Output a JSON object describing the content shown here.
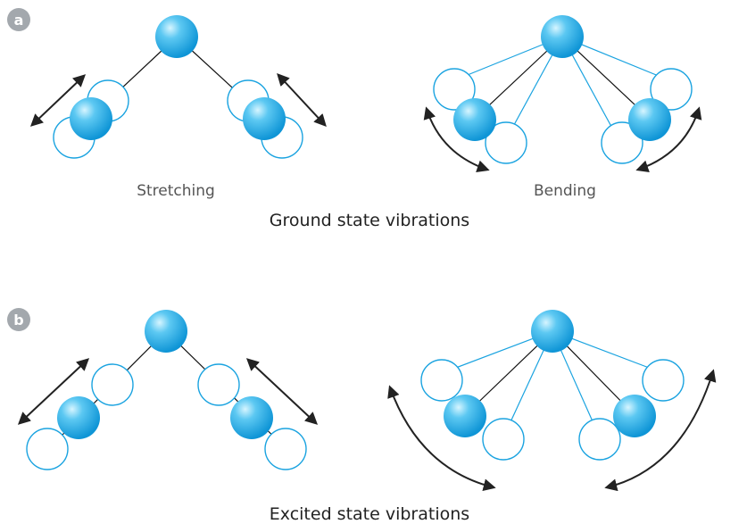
{
  "panels": [
    {
      "badge": "a",
      "stretching_label": "Stretching",
      "bending_label": "Bending",
      "caption": "Ground state vibrations"
    },
    {
      "badge": "b",
      "caption": "Excited state vibrations"
    }
  ],
  "colors": {
    "atom_fill": "#29abe2",
    "atom_highlight": "#c9f0ff",
    "ghost_outline": "#1aa3e0",
    "bond": "#111111",
    "arrow": "#222222",
    "badge_fill": "#a3a8ad"
  },
  "icons": [
    "double-headed-arrow",
    "curved-double-headed-arrow",
    "atom-sphere"
  ]
}
